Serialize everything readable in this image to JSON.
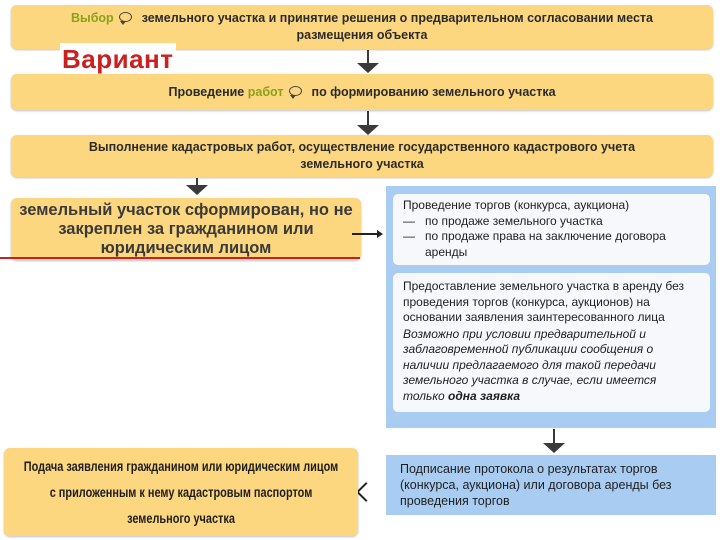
{
  "overlay_label": "Вариант",
  "step1": {
    "pre": "Выбор",
    "rest": "земельного участка и принятие решения о предварительном согласовании места размещения объекта"
  },
  "step2": {
    "pre": "Проведение",
    "highlight": "работ",
    "rest": "по формированию земельного участка"
  },
  "step3": {
    "text": "Выполнение кадастровых работ, осуществление государственного кадастрового учета земельного участка"
  },
  "left_status": {
    "text": "земельный участок сформирован, но не закреплен за гражданином или юридическим лицом"
  },
  "bottom_left": {
    "text": "Подача заявления гражданином или юридическим лицом с приложенным к нему кадастровым паспортом земельного участка"
  },
  "auction": {
    "title": "Проведение торгов (конкурса, аукциона)",
    "items": [
      "по продаже земельного участка",
      "по продаже права на заключение договора аренды"
    ]
  },
  "lease": {
    "text": "Предоставление земельного участка в аренду без проведения торгов (конкурса, аукционов) на основании заявления заинтересованного лица",
    "note": "Возможно при условии предварительной и заблаговременной публикации сообщения о наличии предлагаемого для такой передачи земельного участка в случае, если имеется только",
    "note_bold": "одна заявка"
  },
  "protocol": {
    "text": "Подписание протокола о результатах торгов (конкурса, аукциона) или договора аренды без проведения торгов"
  },
  "colors": {
    "box_fill": "#fcd77f",
    "panel_fill": "#a9cdf2",
    "accent_red": "#cc1f1f",
    "highlight_green": "#8aa21a"
  }
}
